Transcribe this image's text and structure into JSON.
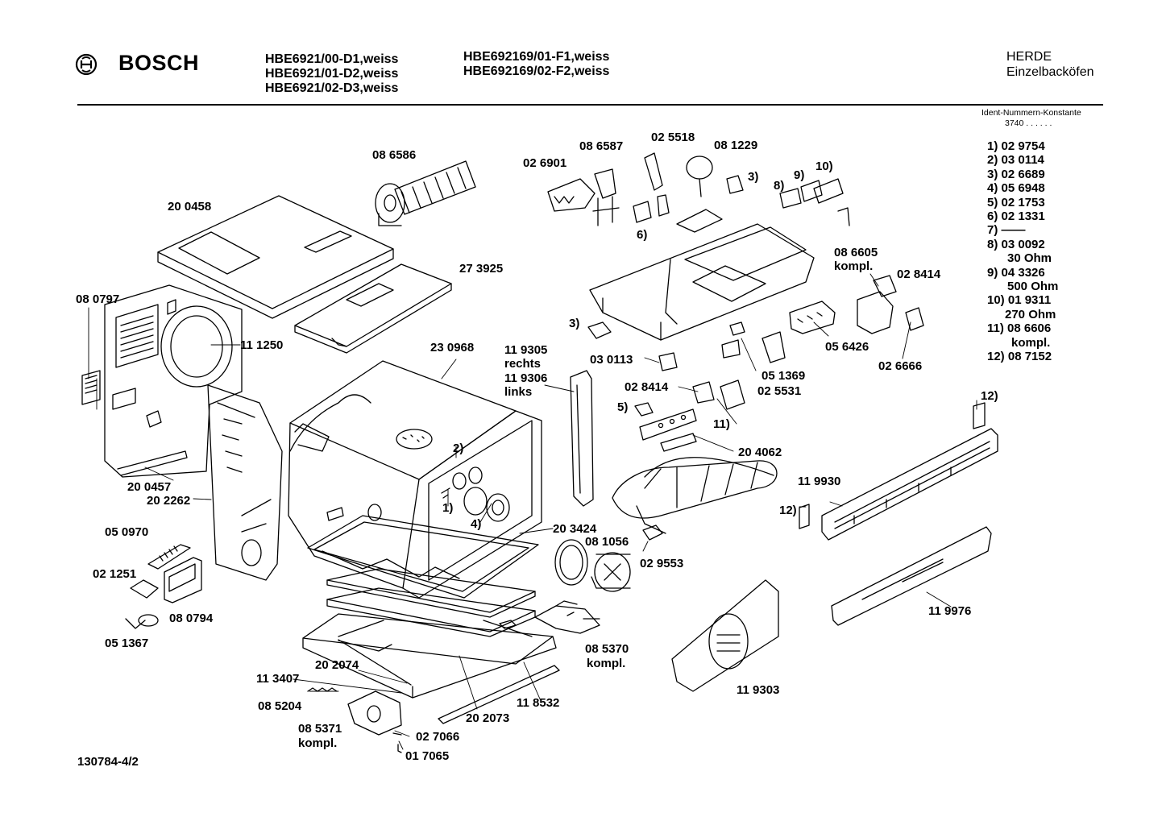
{
  "header": {
    "brand": "BOSCH",
    "models_col1": [
      "HBE6921/00-D1,weiss",
      "HBE6921/01-D2,weiss",
      "HBE6921/02-D3,weiss"
    ],
    "models_col2": [
      "HBE692169/01-F1,weiss",
      "HBE692169/02-F2,weiss"
    ],
    "category": [
      "HERDE",
      "Einzelbacköfen"
    ]
  },
  "ident": {
    "title": "Ident-Nummern-Konstante",
    "value": "3740  . .  . . . .",
    "items": [
      "1) 02 9754",
      "2) 03 0114",
      "3) 02 6689",
      "4) 05 6948",
      "5) 02 1753",
      "6) 02 1331",
      "7) ——",
      "8) 03 0092",
      "30 Ohm",
      "9) 04 3326",
      "500 Ohm",
      "10) 01 9311",
      "270 Ohm",
      "11) 08 6606",
      "kompl.",
      "12) 08 7152"
    ]
  },
  "footer": {
    "doc_number": "130784-4/2"
  },
  "parts": {
    "p086586": "08 6586",
    "p200458": "20 0458",
    "p080797": "08 0797",
    "p111250": "11 1250",
    "p273925": "27 3925",
    "p230968": "23 0968",
    "p119305": "11 9305",
    "rechts": "rechts",
    "p119306": "11 9306",
    "links": "links",
    "p200457": "20 0457",
    "p202262": "20 2262",
    "p050970": "05 0970",
    "p021251": "02 1251",
    "p080794": "08 0794",
    "p051367": "05 1367",
    "n2": "2)",
    "n1": "1)",
    "n4": "4)",
    "p203424": "20 3424",
    "p081056": "08 1056",
    "p029553": "02 9553",
    "p085370": "08 5370",
    "kompl_a": "kompl.",
    "p113407": "11 3407",
    "p202074": "20 2074",
    "p085204": "08 5204",
    "p085371": "08 5371",
    "kompl_b": "kompl.",
    "p027066": "02 7066",
    "p017065": "01 7065",
    "p202073": "20 2073",
    "p118532": "11 8532",
    "p119303": "11 9303",
    "p026901": "02 6901",
    "p086587": "08 6587",
    "p025518": "02 5518",
    "p081229": "08 1229",
    "n3a": "3)",
    "n8": "8)",
    "n9": "9)",
    "n10": "10)",
    "n6": "6)",
    "p086605": "08 6605",
    "kompl_c": "kompl.",
    "p028414a": "02 8414",
    "n3b": "3)",
    "p030113": "03 0113",
    "p028414b": "02 8414",
    "p051369": "05 1369",
    "p056426": "05 6426",
    "p026666": "02 6666",
    "p025531": "02 5531",
    "n5": "5)",
    "n11": "11)",
    "p204062": "20 4062",
    "n12a": "12)",
    "p119930": "11 9930",
    "n12b": "12)",
    "p119976": "11 9976"
  }
}
